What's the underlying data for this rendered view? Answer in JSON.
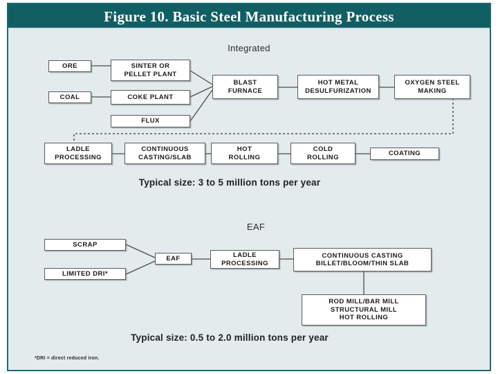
{
  "figure": {
    "title": "Figure 10.  Basic Steel Manufacturing Process",
    "title_bar_color": "#115e63",
    "body_color": "#e3ebec",
    "border_color": "#1c6b72"
  },
  "integrated": {
    "section_label": "Integrated",
    "caption": "Typical size: 3 to 5 million tons per year",
    "nodes": {
      "ore": "ORE",
      "sinter": "SINTER OR\nPELLET PLANT",
      "coal": "COAL",
      "coke": "COKE PLANT",
      "flux": "FLUX",
      "blast_furnace": "BLAST\nFURNACE",
      "desulfurization": "HOT METAL\nDESULFURIZATION",
      "oxygen_steel": "OXYGEN STEEL\nMAKING",
      "ladle": "LADLE\nPROCESSING",
      "continuous_casting": "CONTINUOUS\nCASTING/SLAB",
      "hot_rolling": "HOT\nROLLING",
      "cold_rolling": "COLD\nROLLING",
      "coating": "COATING"
    }
  },
  "eaf": {
    "section_label": "EAF",
    "caption": "Typical size: 0.5 to 2.0 million tons per year",
    "nodes": {
      "scrap": "SCRAP",
      "limited_dri": "LIMITED DRI*",
      "eaf": "EAF",
      "ladle": "LADLE\nPROCESSING",
      "continuous_casting": "CONTINUOUS CASTING\nBILLET/BLOOM/THIN SLAB",
      "mills": "ROD MILL/BAR MILL\nSTRUCTURAL MILL\nHOT ROLLING"
    }
  },
  "footnote": "*DRI = direct reduced iron."
}
